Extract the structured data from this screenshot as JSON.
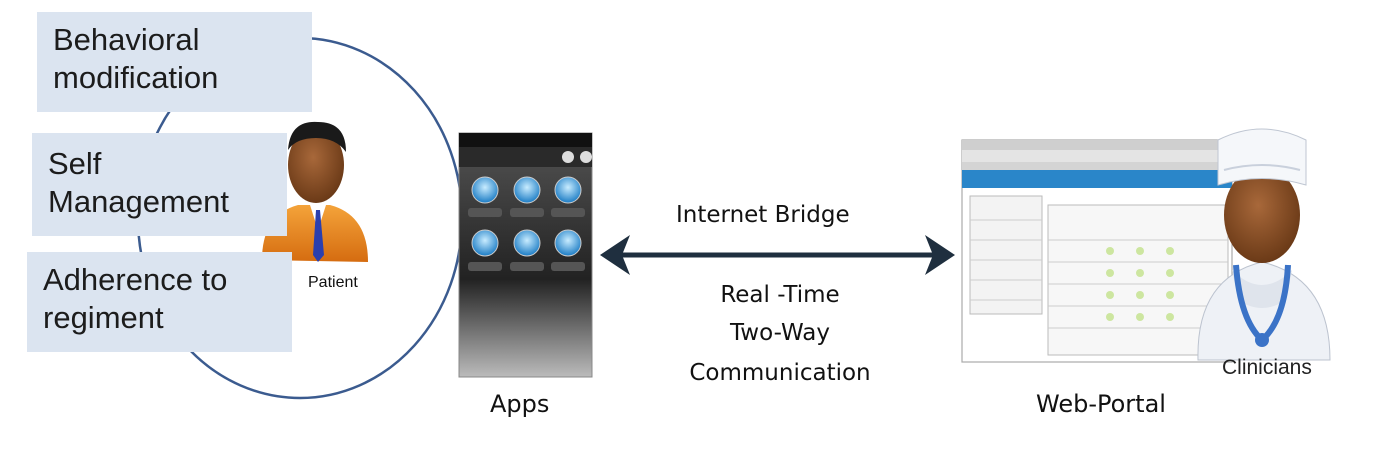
{
  "boxes": {
    "behavior": [
      "Behavioral",
      "modification"
    ],
    "self": [
      "Self",
      "Management"
    ],
    "adherence": [
      "Adherence to",
      "regiment"
    ]
  },
  "labels": {
    "patient": "Patient",
    "apps": "Apps",
    "web_portal": "Web-Portal",
    "clinicians": "Clinicians",
    "bridge": "Internet Bridge",
    "communication": [
      "Real -Time",
      "Two-Way",
      "Communication"
    ]
  },
  "colors": {
    "box_fill": "#dbe4f0",
    "circle_stroke": "#3b5b8f",
    "arrow": "#1f2f3f",
    "patient_suit": "#e8861c",
    "patient_tie": "#2b3fae",
    "portal_header": "#2a86c9"
  },
  "icons": [
    "patient-avatar",
    "smartphone",
    "web-portal-window",
    "clinician-avatar",
    "double-arrow"
  ]
}
